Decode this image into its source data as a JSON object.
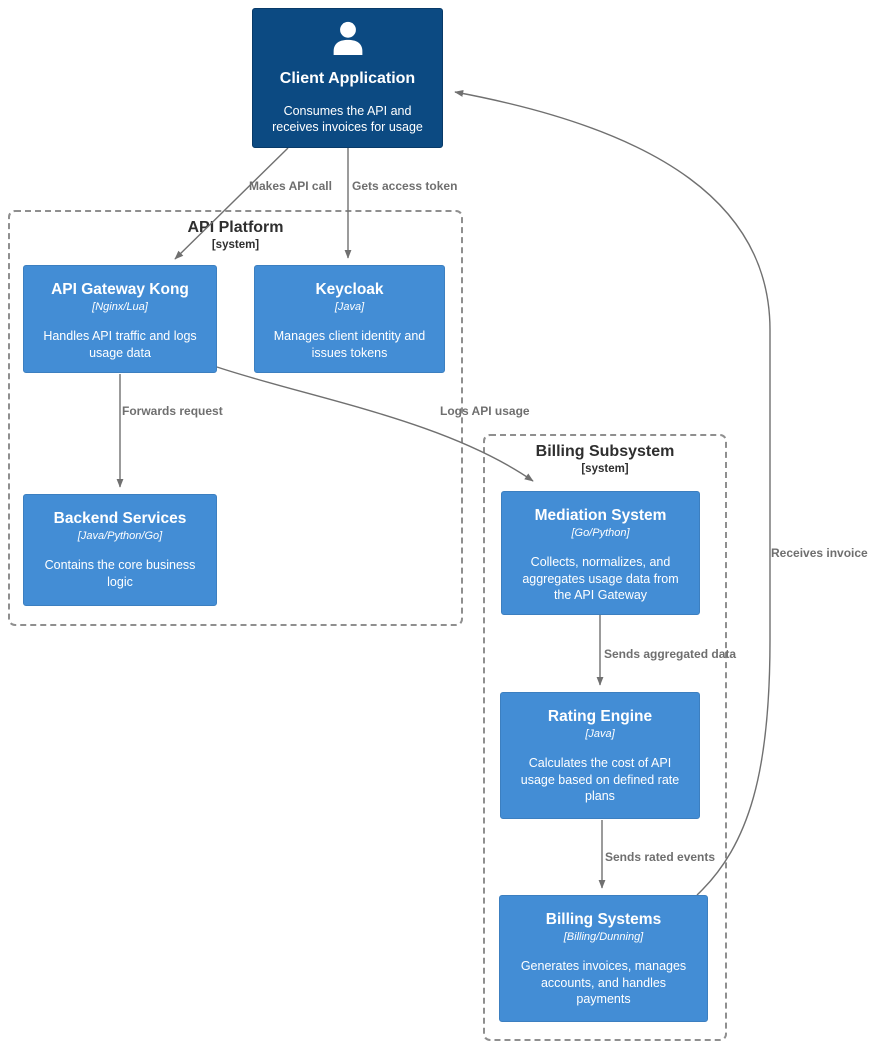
{
  "diagram": {
    "kind": "C4 container diagram",
    "background": "#ffffff"
  },
  "colors": {
    "person_fill": "#0c4a82",
    "person_border": "#083a68",
    "container_fill": "#438dd5",
    "container_border": "#3c7fc0",
    "boundary_border": "#8f8f8f",
    "boundary_text": "#2f2f2f",
    "edge": "#707070",
    "node_text": "#ffffff"
  },
  "boundaries": {
    "api_platform": {
      "title": "API Platform",
      "subtitle": "[system]"
    },
    "billing_subsystem": {
      "title": "Billing Subsystem",
      "subtitle": "[system]"
    }
  },
  "nodes": {
    "client_application": {
      "title": "Client Application",
      "icon": "person-icon",
      "description": "Consumes the API and receives invoices for usage"
    },
    "api_gateway_kong": {
      "title": "API Gateway Kong",
      "tech": "[Nginx/Lua]",
      "description": "Handles API traffic and logs usage data"
    },
    "keycloak": {
      "title": "Keycloak",
      "tech": "[Java]",
      "description": "Manages client identity and issues tokens"
    },
    "backend_services": {
      "title": "Backend Services",
      "tech": "[Java/Python/Go]",
      "description": "Contains the core business logic"
    },
    "mediation_system": {
      "title": "Mediation System",
      "tech": "[Go/Python]",
      "description": "Collects, normalizes, and aggregates usage data from the API Gateway"
    },
    "rating_engine": {
      "title": "Rating Engine",
      "tech": "[Java]",
      "description": "Calculates the cost of API usage based on defined rate plans"
    },
    "billing_systems": {
      "title": "Billing Systems",
      "tech": "[Billing/Dunning]",
      "description": "Generates invoices, manages accounts, and handles payments"
    }
  },
  "edges": {
    "makes_api_call": {
      "label": "Makes API call",
      "from": "Client Application",
      "to": "API Gateway Kong"
    },
    "gets_access_token": {
      "label": "Gets access token",
      "from": "Client Application",
      "to": "Keycloak"
    },
    "forwards_request": {
      "label": "Forwards request",
      "from": "API Gateway Kong",
      "to": "Backend Services"
    },
    "logs_api_usage": {
      "label": "Logs API usage",
      "from": "API Gateway Kong",
      "to": "Mediation System"
    },
    "sends_aggregated_data": {
      "label": "Sends aggregated data",
      "from": "Mediation System",
      "to": "Rating Engine"
    },
    "sends_rated_events": {
      "label": "Sends rated events",
      "from": "Rating Engine",
      "to": "Billing Systems"
    },
    "receives_invoice": {
      "label": "Receives invoice",
      "from": "Billing Systems",
      "to": "Client Application"
    }
  }
}
